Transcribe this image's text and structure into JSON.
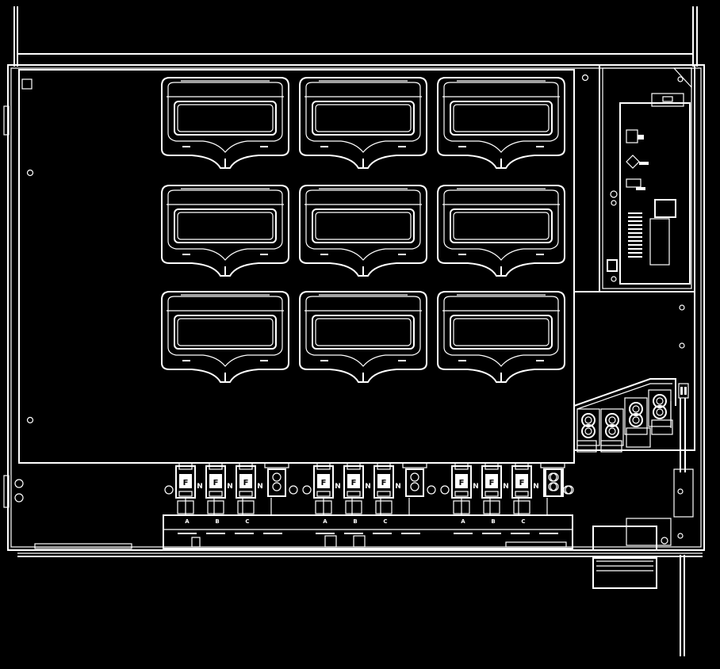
{
  "colors": {
    "background": "#000000",
    "line": "#ffffff"
  },
  "module_grid": {
    "rows": 3,
    "cols": 3
  },
  "fuse_glyph": "F",
  "neutral_glyph": "N",
  "phase_labels": [
    [
      "A",
      "B",
      "C"
    ],
    [
      "A",
      "B",
      "C"
    ],
    [
      "A",
      "B",
      "C"
    ]
  ],
  "icons": [
    "screw-icon",
    "fuse-icon",
    "terminal-block-icon",
    "breaker-module-icon",
    "cable-gland-icon",
    "control-board-icon"
  ]
}
